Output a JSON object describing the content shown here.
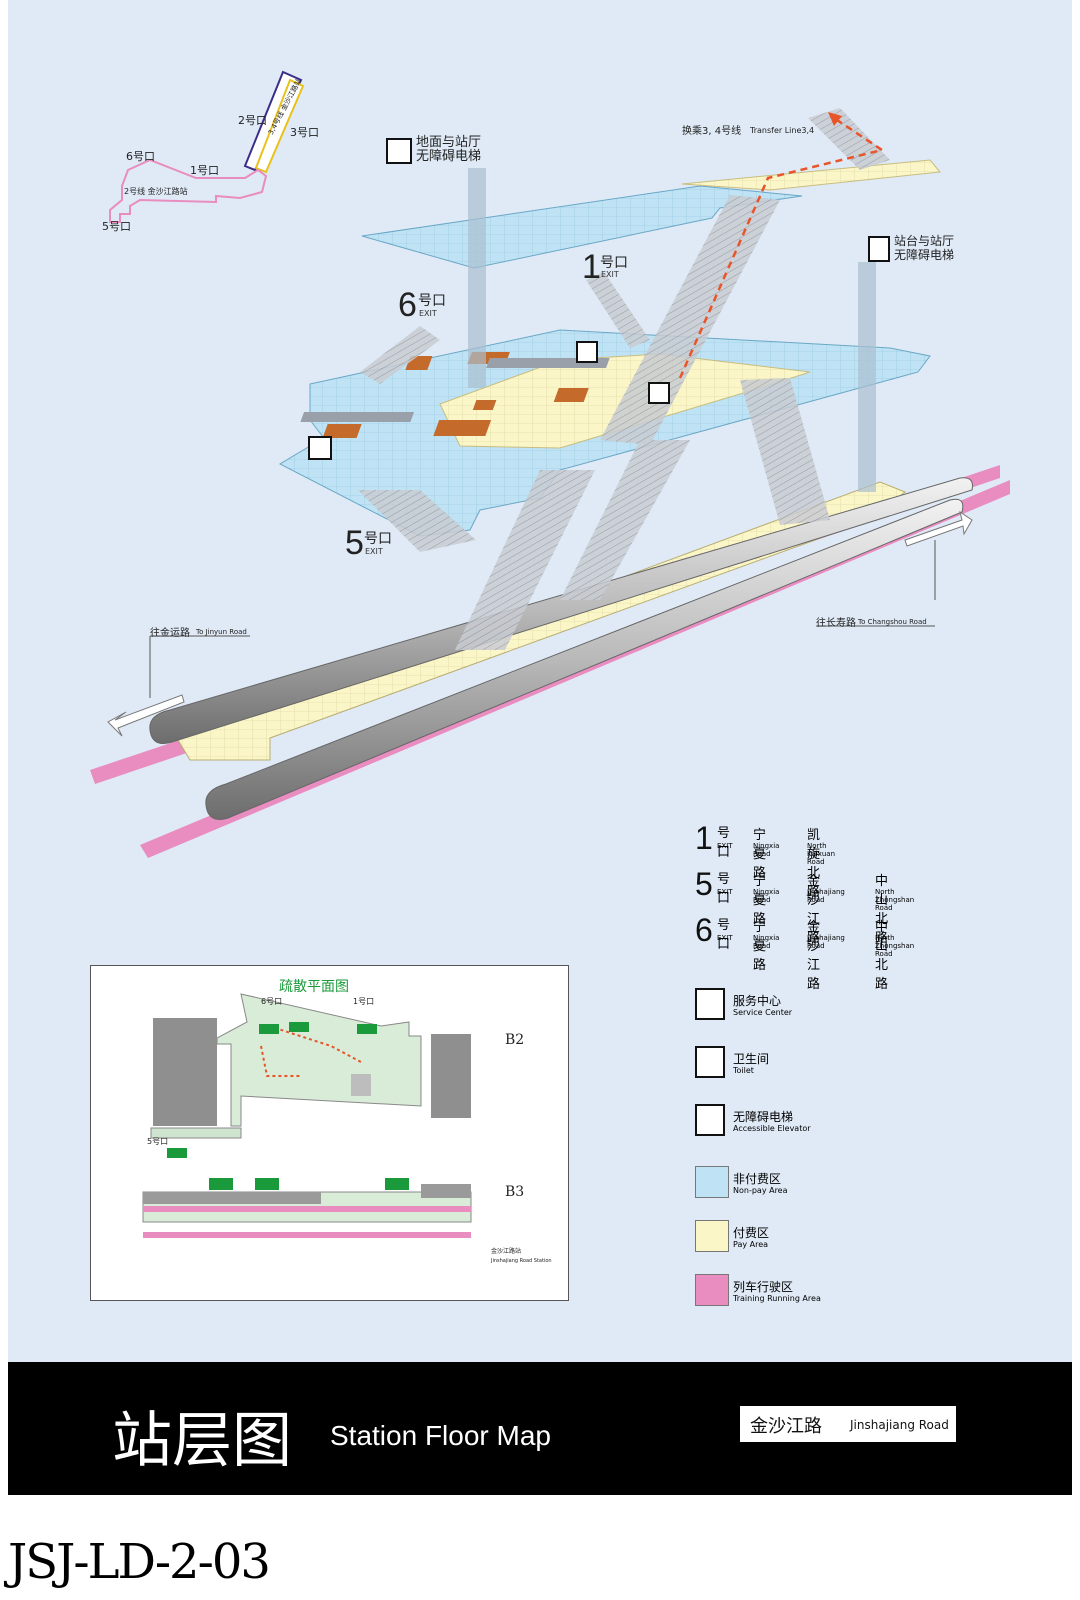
{
  "colors": {
    "background": "#dfeaf6",
    "non_pay": "#bfe3f4",
    "pay": "#fbf6c8",
    "track": "#e98cc0",
    "footer": "#000000",
    "route_arrow": "#e8552a",
    "exit_sign": "#1a9a3a"
  },
  "mini_map": {
    "exit_2": "2号口",
    "exit_3": "3号口",
    "exit_6": "6号口",
    "exit_1": "1号口",
    "exit_5": "5号口",
    "line2_label": "2号线 金沙江路站",
    "line34_label": "3,4号线 金沙江路站"
  },
  "callouts": {
    "elevator_ground": {
      "cn_line1": "地面与站厅",
      "cn_line2": "无障碍电梯"
    },
    "elevator_platform": {
      "cn_line1": "站台与站厅",
      "cn_line2": "无障碍电梯"
    },
    "transfer": {
      "cn": "换乘3, 4号线",
      "en": "Transfer Line3,4"
    },
    "exit_1": {
      "num": "1",
      "hao": "号口",
      "en": "EXIT"
    },
    "exit_6": {
      "num": "6",
      "hao": "号口",
      "en": "EXIT"
    },
    "exit_5": {
      "num": "5",
      "hao": "号口",
      "en": "EXIT"
    },
    "to_left": {
      "cn": "往金运路",
      "en": "To Jinyun Road"
    },
    "to_right": {
      "cn": "往长寿路",
      "en": "To Changshou Road"
    }
  },
  "exits_legend": [
    {
      "num": "1",
      "hao": "号口",
      "en": "EXIT",
      "roads": [
        {
          "cn": "宁夏路",
          "en": "Ningxia Road"
        },
        {
          "cn": "凯旋北路",
          "en": "North Kaixuan Road"
        }
      ]
    },
    {
      "num": "5",
      "hao": "号口",
      "en": "EXIT",
      "roads": [
        {
          "cn": "宁夏路",
          "en": "Ningxia Road"
        },
        {
          "cn": "金沙江路",
          "en": "Jinshajiang Road"
        },
        {
          "cn": "中山北路",
          "en": "North Zhongshan Road"
        }
      ]
    },
    {
      "num": "6",
      "hao": "号口",
      "en": "EXIT",
      "roads": [
        {
          "cn": "宁夏路",
          "en": "Ningxia Road"
        },
        {
          "cn": "金沙江路",
          "en": "Jinshajiang Road"
        },
        {
          "cn": "中山北路",
          "en": "North Zhongshan Road"
        }
      ]
    }
  ],
  "facility_legend": [
    {
      "icon": "service-center-icon",
      "cn": "服务中心",
      "en": "Service Center"
    },
    {
      "icon": "toilet-icon",
      "cn": "卫生间",
      "en": "Toilet"
    },
    {
      "icon": "accessible-elevator-icon",
      "cn": "无障碍电梯",
      "en": "Accessible Elevator"
    }
  ],
  "area_legend": [
    {
      "color": "#bfe3f4",
      "cn": "非付费区",
      "en": "Non-pay Area"
    },
    {
      "color": "#fbf6c8",
      "cn": "付费区",
      "en": "Pay Area"
    },
    {
      "color": "#e98cc0",
      "cn": "列车行驶区",
      "en": "Training Running Area"
    }
  ],
  "evac_map": {
    "title": "疏散平面图",
    "level_b2": "B2",
    "level_b3": "B3",
    "exit_6": "6号口",
    "exit_1": "1号口",
    "exit_5": "5号口",
    "footer_cn": "金沙江路站",
    "footer_en": "Jinshajiang Road Station"
  },
  "footer": {
    "title_cn": "站层图",
    "title_en": "Station Floor Map",
    "station_cn": "金沙江路",
    "station_en": "Jinshajiang Road"
  },
  "document_code": "JSJ-LD-2-03"
}
